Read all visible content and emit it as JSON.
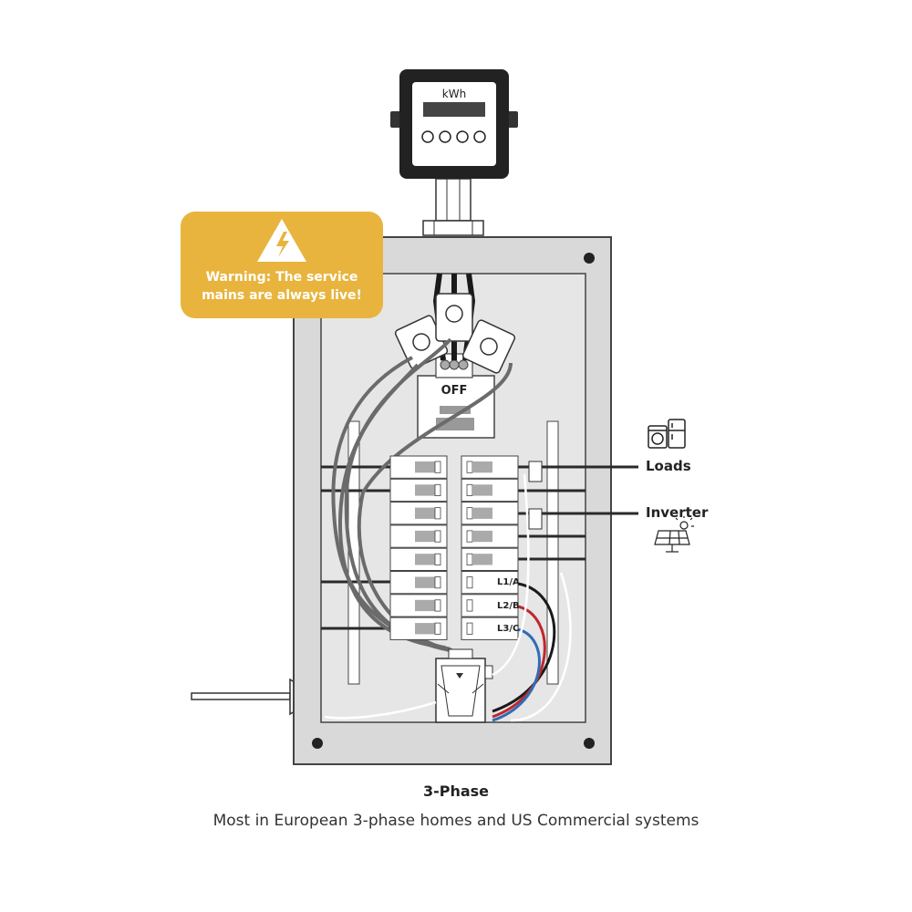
{
  "meter": {
    "unit_label": "kWh"
  },
  "warning": {
    "line1": "Warning: The service",
    "line2": "mains are always live!",
    "color": "#e8b43e"
  },
  "main_breaker": {
    "label": "OFF"
  },
  "phases": {
    "l1": "L1/A",
    "l2": "L2/B",
    "l3": "L3/C"
  },
  "callouts": {
    "loads": "Loads",
    "inverter": "Inverter"
  },
  "icons": [
    "warning-bolt-icon",
    "washer-icon",
    "fridge-icon",
    "solar-panel-icon"
  ],
  "wire_colors": {
    "l1": "#1a1a1a",
    "l2": "#c0272d",
    "l3": "#2f6db5",
    "neutral": "#ffffff"
  },
  "caption": {
    "title": "3-Phase",
    "subtitle": "Most in European 3-phase homes and US Commercial systems"
  }
}
